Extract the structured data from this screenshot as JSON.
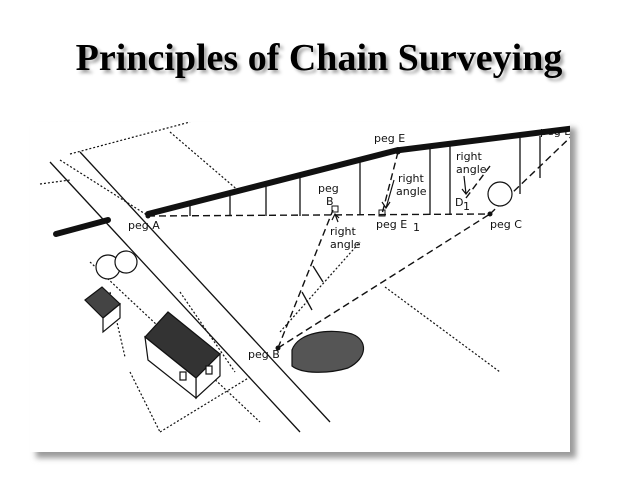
{
  "title": "Principles of Chain Surveying",
  "labels": {
    "peg_a": "peg A",
    "peg_b_bottom": "peg B",
    "peg_b_upper": "peg",
    "peg_b_letter": "B",
    "peg_c": "peg C",
    "peg_d": "peg D",
    "peg_e": "peg E",
    "peg_e1": "peg E",
    "peg_e1_sub": "1",
    "d1": "D",
    "d1_sub": "1",
    "right_angle_1a": "right",
    "right_angle_1b": "angle",
    "right_angle_2a": "right",
    "right_angle_2b": "angle",
    "right_angle_3a": "right",
    "right_angle_3b": "angle"
  },
  "colors": {
    "ink": "#111111",
    "shadow": "#9a9a9a"
  }
}
